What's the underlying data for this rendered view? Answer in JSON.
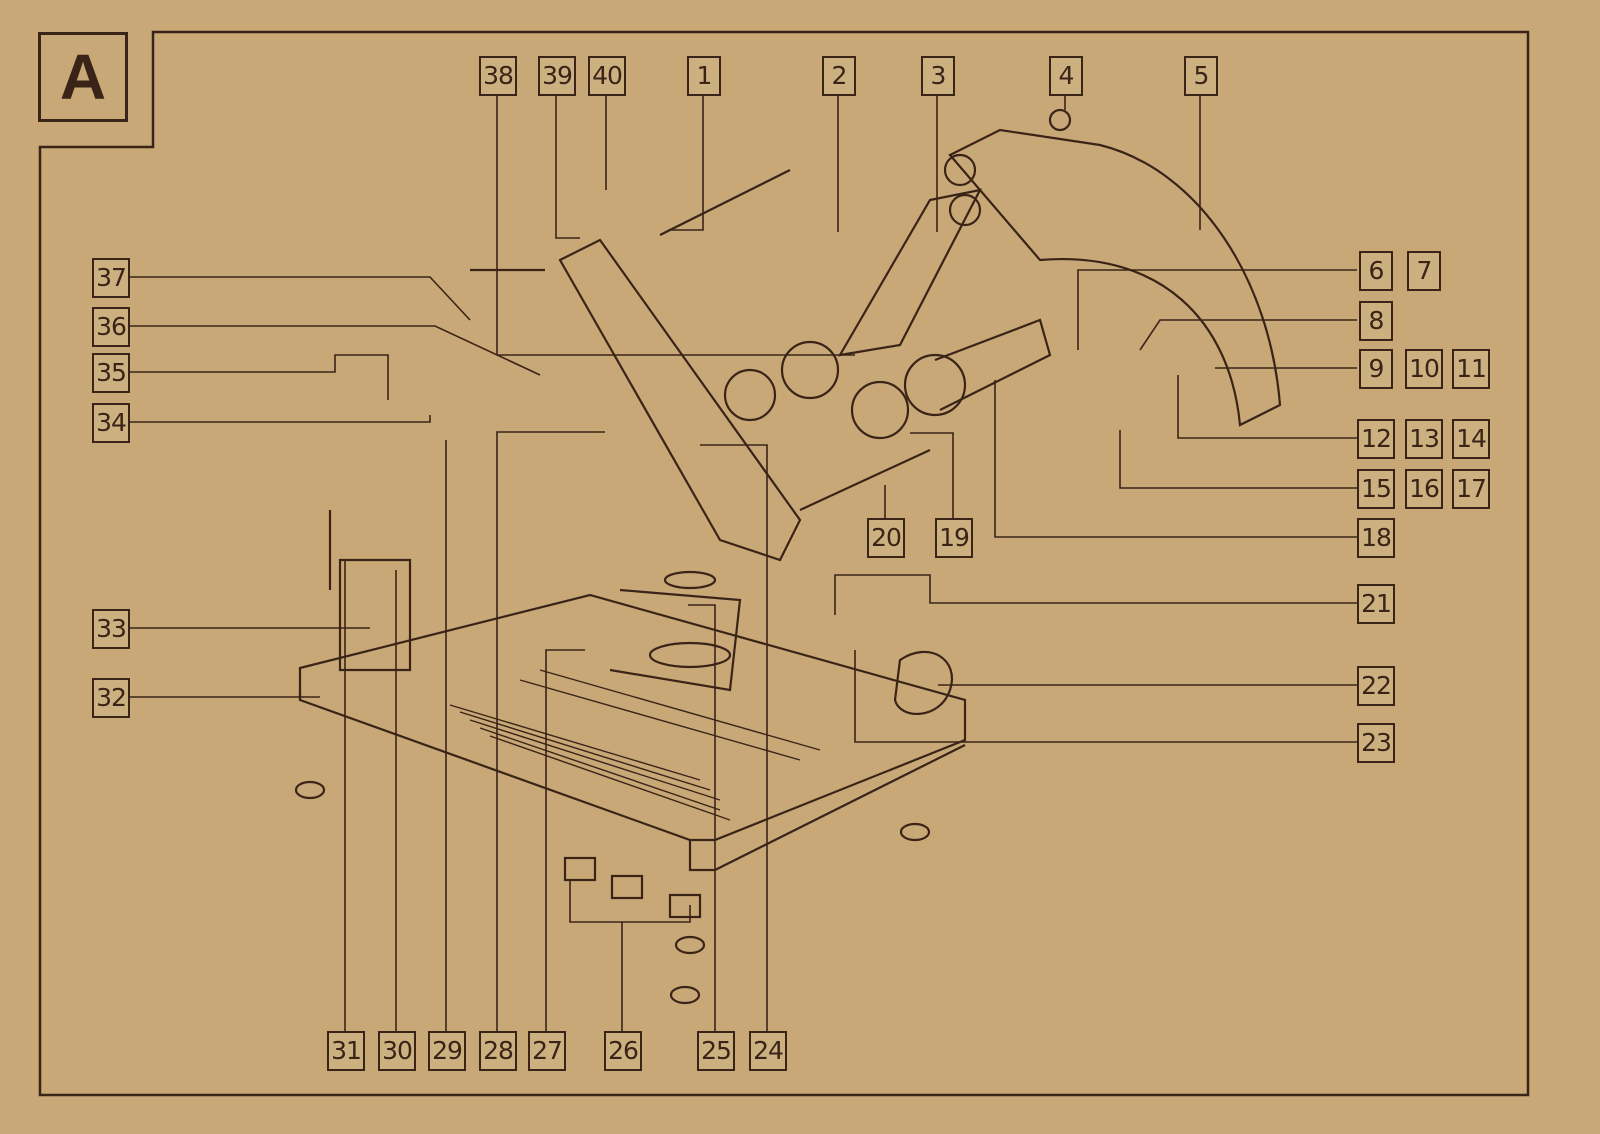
{
  "figure_label": "A",
  "part_numbers": [
    "1",
    "2",
    "3",
    "4",
    "5",
    "6",
    "7",
    "8",
    "9",
    "10",
    "11",
    "12",
    "13",
    "14",
    "15",
    "16",
    "17",
    "18",
    "19",
    "20",
    "21",
    "22",
    "23",
    "24",
    "25",
    "26",
    "27",
    "28",
    "29",
    "30",
    "31",
    "32",
    "33",
    "34",
    "35",
    "36",
    "37",
    "38",
    "39",
    "40"
  ],
  "colors": {
    "paper": "#c8a877",
    "ink": "#3a2418"
  }
}
